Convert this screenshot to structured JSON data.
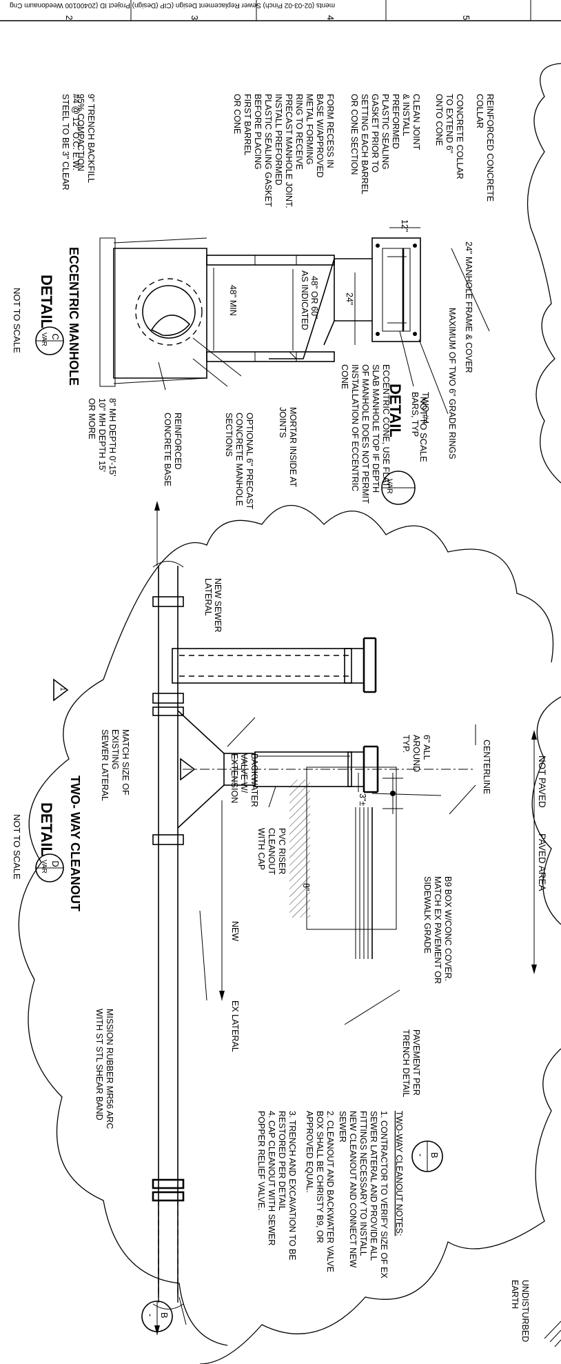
{
  "header": {
    "strip_text": "ments (02-03-02 Pinch) Sewer Replacement Design (CIP (Design) Project ID (20400100 Weedonaum Cng",
    "ruler_numbers": [
      "2",
      "3",
      "4",
      "5"
    ]
  },
  "detail_a": {
    "word": "DETAIL",
    "letter": "A",
    "sheet": "VAR",
    "scale": "NOT TO SCALE",
    "labels": {
      "frame": "24\" MANHOLE FRAME & COVER",
      "rings": "MAXIMUM OF TWO 6\" GRADE RINGS"
    }
  },
  "detail_c": {
    "word": "DETAIL",
    "letter": "C",
    "sheet": "VAR",
    "title": "ECCENTRIC MANHOLE",
    "scale": "NOT TO SCALE",
    "dims": {
      "collar_thk": "12\"",
      "cone_h": "24\"",
      "diameter_1": "48\" OR 60\"",
      "diameter_2": "AS INDICATED",
      "min_h": "48\" MIN"
    },
    "notes": {
      "collar": [
        "REINFORCED CONCRETE",
        "COLLAR"
      ],
      "collar_ext": [
        "CONCRETE COLLAR",
        "TO EXTEND 6\"",
        "ONTO CONE"
      ],
      "joint": [
        "CLEAN JOINT",
        "& INSTALL",
        "PREFORMED",
        "PLASTIC SEALING",
        "GASKET PRIOR TO",
        "SETTING EACH BARREL",
        "OR CONE SECTION"
      ],
      "recess": [
        "FORM RECESS IN",
        "BASE W/APPROVED",
        "METAL FORMING",
        "RING TO RECEIVE",
        "PRECAST MANHOLE JOINT.",
        "INSTALL PREFORMED",
        "PLASTIC SEALING GASKET",
        "BEFORE PLACING",
        "FIRST BARREL",
        "OR CONE"
      ],
      "backfill": [
        "9\" TRENCH BACKFILL",
        "95% COMPACTION"
      ],
      "rebar": [
        "#4 @ 12\" O.C. E.W.",
        "STEEL TO BE 3\" CLEAR"
      ],
      "bars": [
        "TWO #4",
        "BARS, TYP"
      ],
      "cone": [
        "ECCENTRIC CONE, USE FLAT",
        "SLAB MANHOLE TOP IF DEPTH",
        "OF MANHOLE DOES NOT PERMIT",
        "INSTALLATION OF ECCENTRIC",
        "CONE"
      ],
      "mortar": [
        "MORTAR INSIDE AT",
        "JOINTS"
      ],
      "sections": [
        "OPTIONAL 6\" PRECAST",
        "CONCRETE MANHOLE",
        "SECTIONS"
      ],
      "base": [
        "REINFORCED",
        "CONCRETE BASE"
      ],
      "depth": [
        "8\" MH DEPTH 0'-15'",
        "10\" MH DEPTH 15'",
        "OR MORE"
      ]
    }
  },
  "detail_d": {
    "word": "DETAIL",
    "letter": "D",
    "sheet": "VAR",
    "title": "TWO- WAY CLEANOUT",
    "scale": "NOT TO SCALE",
    "revision_mark": "1",
    "labels": {
      "not_paved": "NOT PAVED",
      "paved_area": "PAVED AREA",
      "centerline": "CENTERLINE",
      "all_around": [
        "6\" ALL",
        "AROUND",
        "TYP."
      ],
      "box": [
        "B9 BOX W/CONC COVER.",
        "MATCH EX PAVEMENT OR",
        "SIDEWALK GRADE"
      ],
      "three_in": "3\"±",
      "new_lateral": [
        "NEW SEWER",
        "LATERAL"
      ],
      "match_size": [
        "MATCH SIZE OF",
        "EXISTING",
        "SEWER LATERAL"
      ],
      "backwater": [
        "BACKWATER",
        "VALVE W/",
        "EXTENSION"
      ],
      "riser": [
        "PVC RISER",
        "CLEANOUT",
        "WITH CAP"
      ],
      "eight_in": "8\"",
      "new": "NEW",
      "ex_lateral": "EX LATERAL",
      "mission": [
        "MISSION RUBBER MR56 ARC",
        "WITH ST STL SHEAR BAND"
      ],
      "pavement": [
        "PAVEMENT PER",
        "TRENCH DETAIL"
      ],
      "undisturbed": [
        "UNDISTURBED",
        "EARTH"
      ]
    },
    "ref_b_letter": "B",
    "ref_b_sheet": "-",
    "notes_title": "TWO-WAY CLEANOUT NOTES:",
    "notes": [
      [
        "1.  CONTRACTOR TO VERIFY SIZE OF EX",
        "     SEWER LATERAL AND PROVIDE ALL",
        "     FITTINGS NECESSARY TO INSTALL",
        "     NEW CLEANOUT AND CONNECT NEW",
        "     SEWER"
      ],
      [
        "2.  CLEANOUT AND BACKWATER VALVE",
        "     BOX SHALL BE CHRISTY B9, OR",
        "     APPROVED EQUAL."
      ],
      [
        "3.  TRENCH AND EXCAVATION TO BE",
        "     RESTORED PER DETAIL"
      ],
      [
        "4.  CAP CLEANOUT WITH SEWER",
        "     POPPER RELIEF VALVE."
      ]
    ]
  }
}
